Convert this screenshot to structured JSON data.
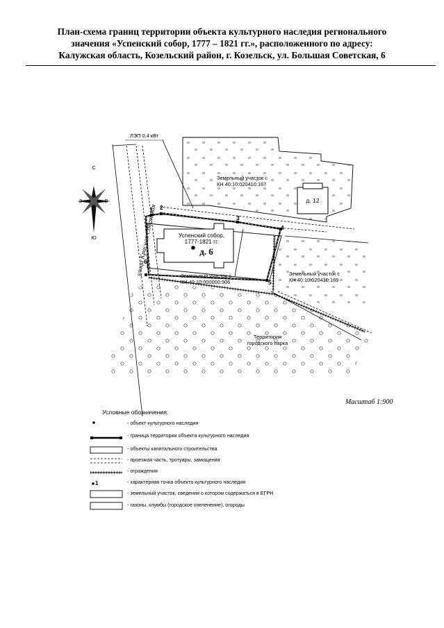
{
  "title": {
    "line1": "План-схема границ территории объекта культурного наследия регионального",
    "line2": "значения «Успенский собор, 1777 – 1821 гг.», расположенного по адресу:",
    "line3": "Калужская область, Козельский район, г. Козельск, ул. Большая Советская, 6"
  },
  "compass": {
    "north": "С",
    "south": "Ю",
    "east": "В",
    "west": "З"
  },
  "map": {
    "power_line_label": "ЛЭП 0,4 кВт",
    "street_label": "улица Красная Советская",
    "cathedral_name": "Успенский собор,",
    "cathedral_years": "1777-1821 гг.",
    "house_6": "д. 6",
    "house_12": "д. 12",
    "parcel_167_line1": "Земельный участок с",
    "parcel_167_line2": "КН 40:10:020410:167",
    "parcel_906_line1": "Земельный участок с",
    "parcel_906_line2": "КН 40:10:000000:906",
    "parcel_169_line1": "Земельный участок с",
    "parcel_169_line2": "КН 40:10:020410:169",
    "park_line1": "Территория",
    "park_line2": "городского парка",
    "points": [
      "1",
      "2",
      "3",
      "4",
      "5",
      "6"
    ]
  },
  "scale": "Масштаб 1:900",
  "legend": {
    "title": "Условные обозначения:",
    "items": [
      "- объект культурного наследия",
      "- граница территории объекта культурного наследия",
      "- объекты капитального строительства",
      "- проезжая часть, тротуары, замощения",
      "- ограждения",
      "- характерная точка объекта культурного наследия",
      "- земельный участок, сведения о котором содержаться в ЕГРН",
      "- газоны, клумбы (городское озеленение), огороды"
    ],
    "point_sample": "1"
  }
}
